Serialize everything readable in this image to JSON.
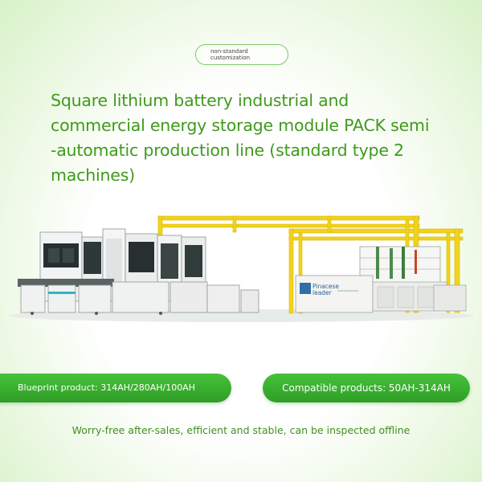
{
  "badge": {
    "line1": "non-standard",
    "line2": "customization"
  },
  "title": {
    "line1": "Square lithium battery industrial and",
    "line2": "commercial energy storage module PACK semi",
    "line3": "-automatic production line (standard type 2",
    "line4": "machines)"
  },
  "machine_logo": {
    "line1": "Pinacese",
    "line2": "leader"
  },
  "pills": {
    "left": "Blueprint product: 314AH/280AH/100AH",
    "right": "Compatible products: 50AH-314AH"
  },
  "footer": "Worry-free after-sales, efficient and stable, can be inspected offline",
  "colors": {
    "accent": "#3f9a1c",
    "pill": "#3aaf30",
    "frame": "#f2d21a"
  }
}
